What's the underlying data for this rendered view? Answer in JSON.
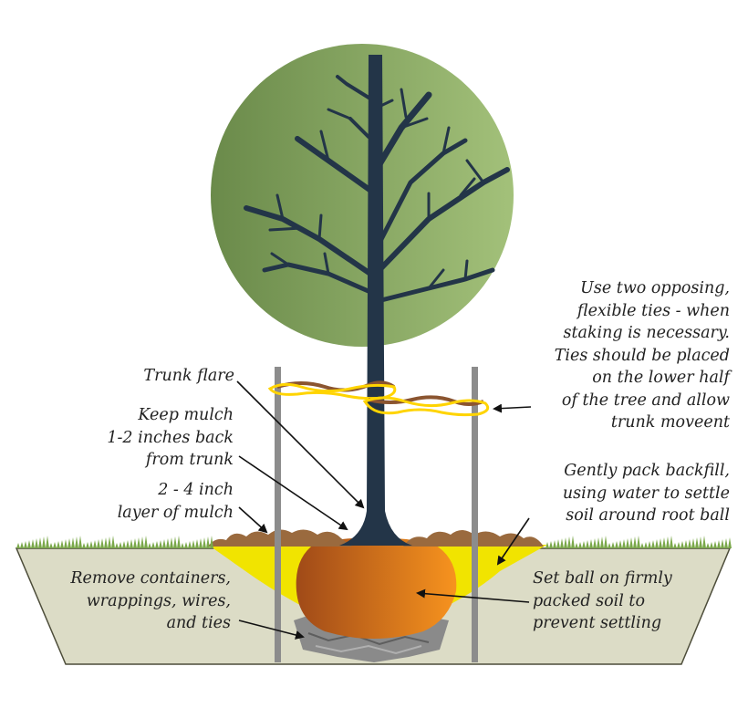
{
  "colors": {
    "canopy_light": "#a3c17a",
    "canopy_dark": "#6a8a4a",
    "trunk": "#233548",
    "soil_bed": "#dcdcc6",
    "soil_outline": "#4d4d3a",
    "backfill": "#f1e400",
    "root_ball_light": "#f7931e",
    "root_ball_dark": "#a04a18",
    "mulch": "#9a6a3e",
    "grass": "#7aa84a",
    "gravel": "#8a8a8a",
    "stake": "#8c8c8c",
    "tie_yellow": "#ffd400",
    "tie_brown": "#8b5530",
    "label_text": "#222222"
  },
  "labels": {
    "trunk_flare": [
      "Trunk flare"
    ],
    "keep_mulch": [
      "Keep mulch",
      "1-2 inches back",
      "from trunk"
    ],
    "mulch_layer": [
      "2 - 4 inch",
      "layer of mulch"
    ],
    "remove_containers": [
      "Remove containers,",
      "wrappings, wires,",
      "and ties"
    ],
    "ties": [
      "Use two opposing,",
      "flexible ties - when",
      "staking is necessary.",
      "Ties should be placed",
      "on the lower half",
      "of the tree and allow",
      "trunk moveent"
    ],
    "backfill": [
      "Gently pack backfill,",
      "using water to settle",
      "soil around root ball"
    ],
    "set_ball": [
      "Set ball on firmly",
      "packed soil to",
      "prevent settling"
    ]
  }
}
